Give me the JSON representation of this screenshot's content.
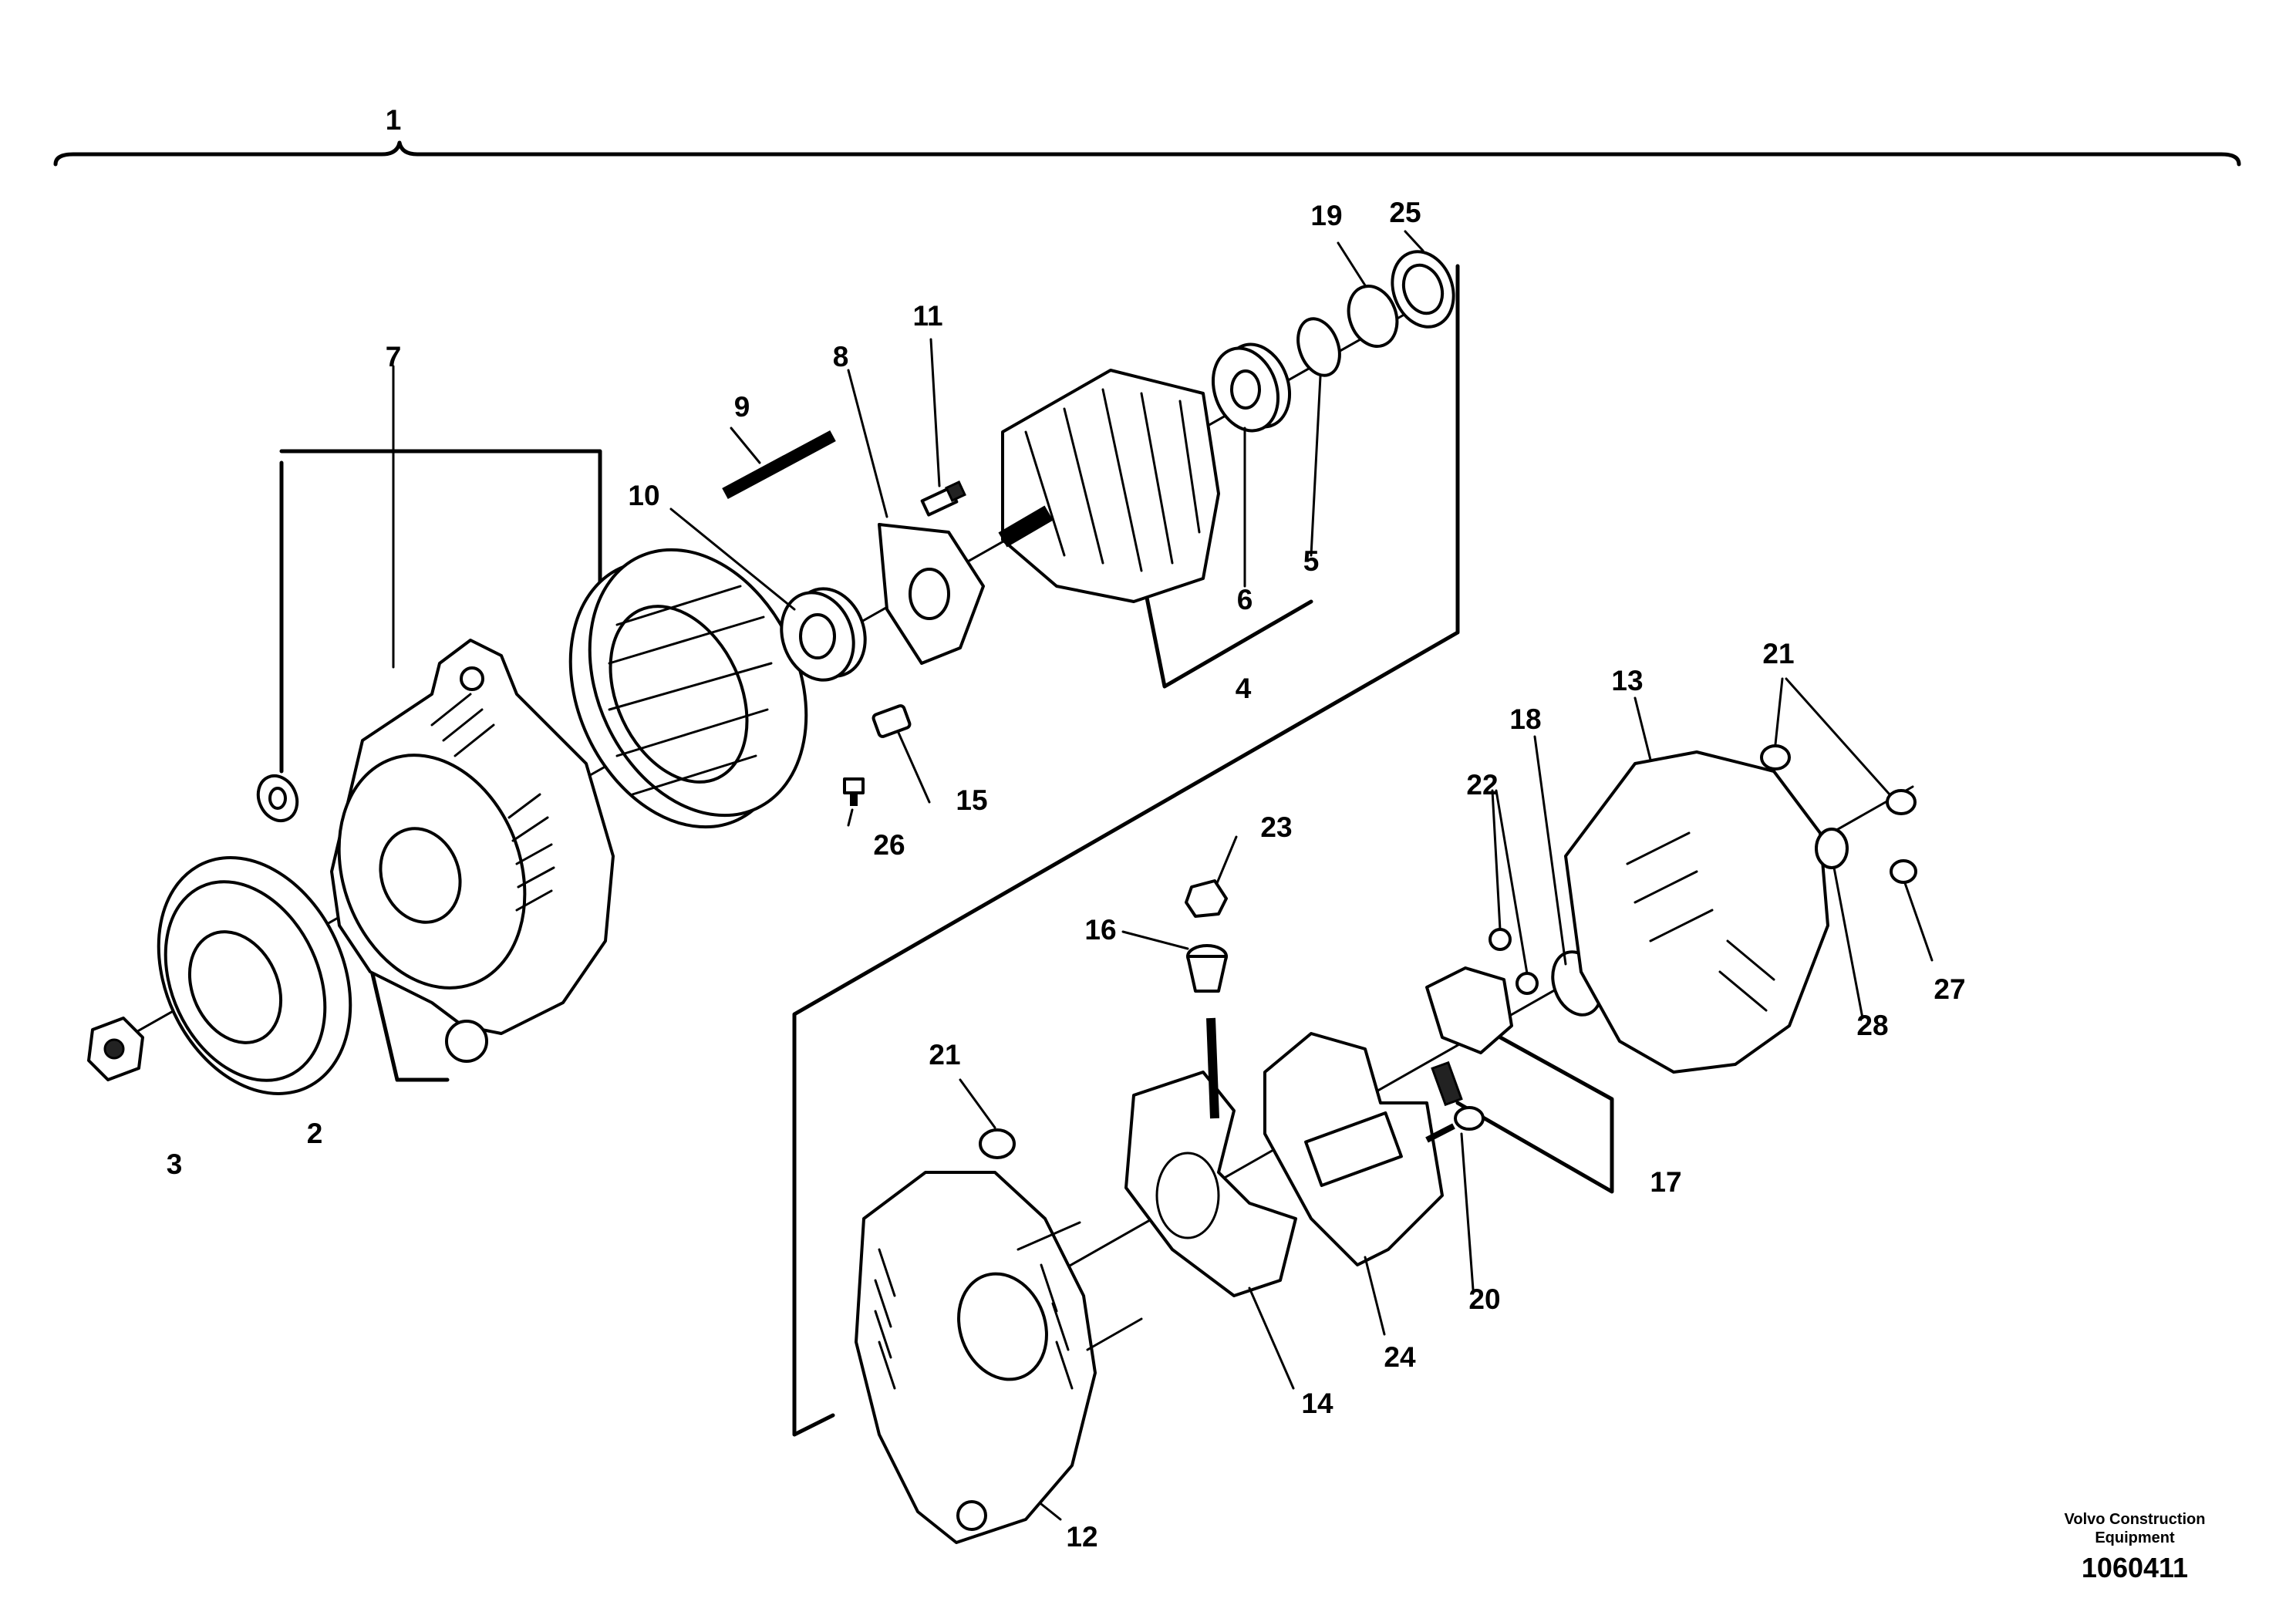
{
  "diagram": {
    "title_callout": "1",
    "callouts": {
      "c2": "2",
      "c3": "3",
      "c4": "4",
      "c5": "5",
      "c6": "6",
      "c7": "7",
      "c8": "8",
      "c9": "9",
      "c10": "10",
      "c11": "11",
      "c12": "12",
      "c13": "13",
      "c14": "14",
      "c15": "15",
      "c16": "16",
      "c17": "17",
      "c18": "18",
      "c19": "19",
      "c20": "20",
      "c21a": "21",
      "c21b": "21",
      "c22": "22",
      "c23": "23",
      "c24": "24",
      "c25": "25",
      "c26": "26",
      "c27": "27",
      "c28": "28"
    }
  },
  "credit": {
    "company": "Volvo Construction Equipment",
    "drawing_number": "1060411"
  }
}
